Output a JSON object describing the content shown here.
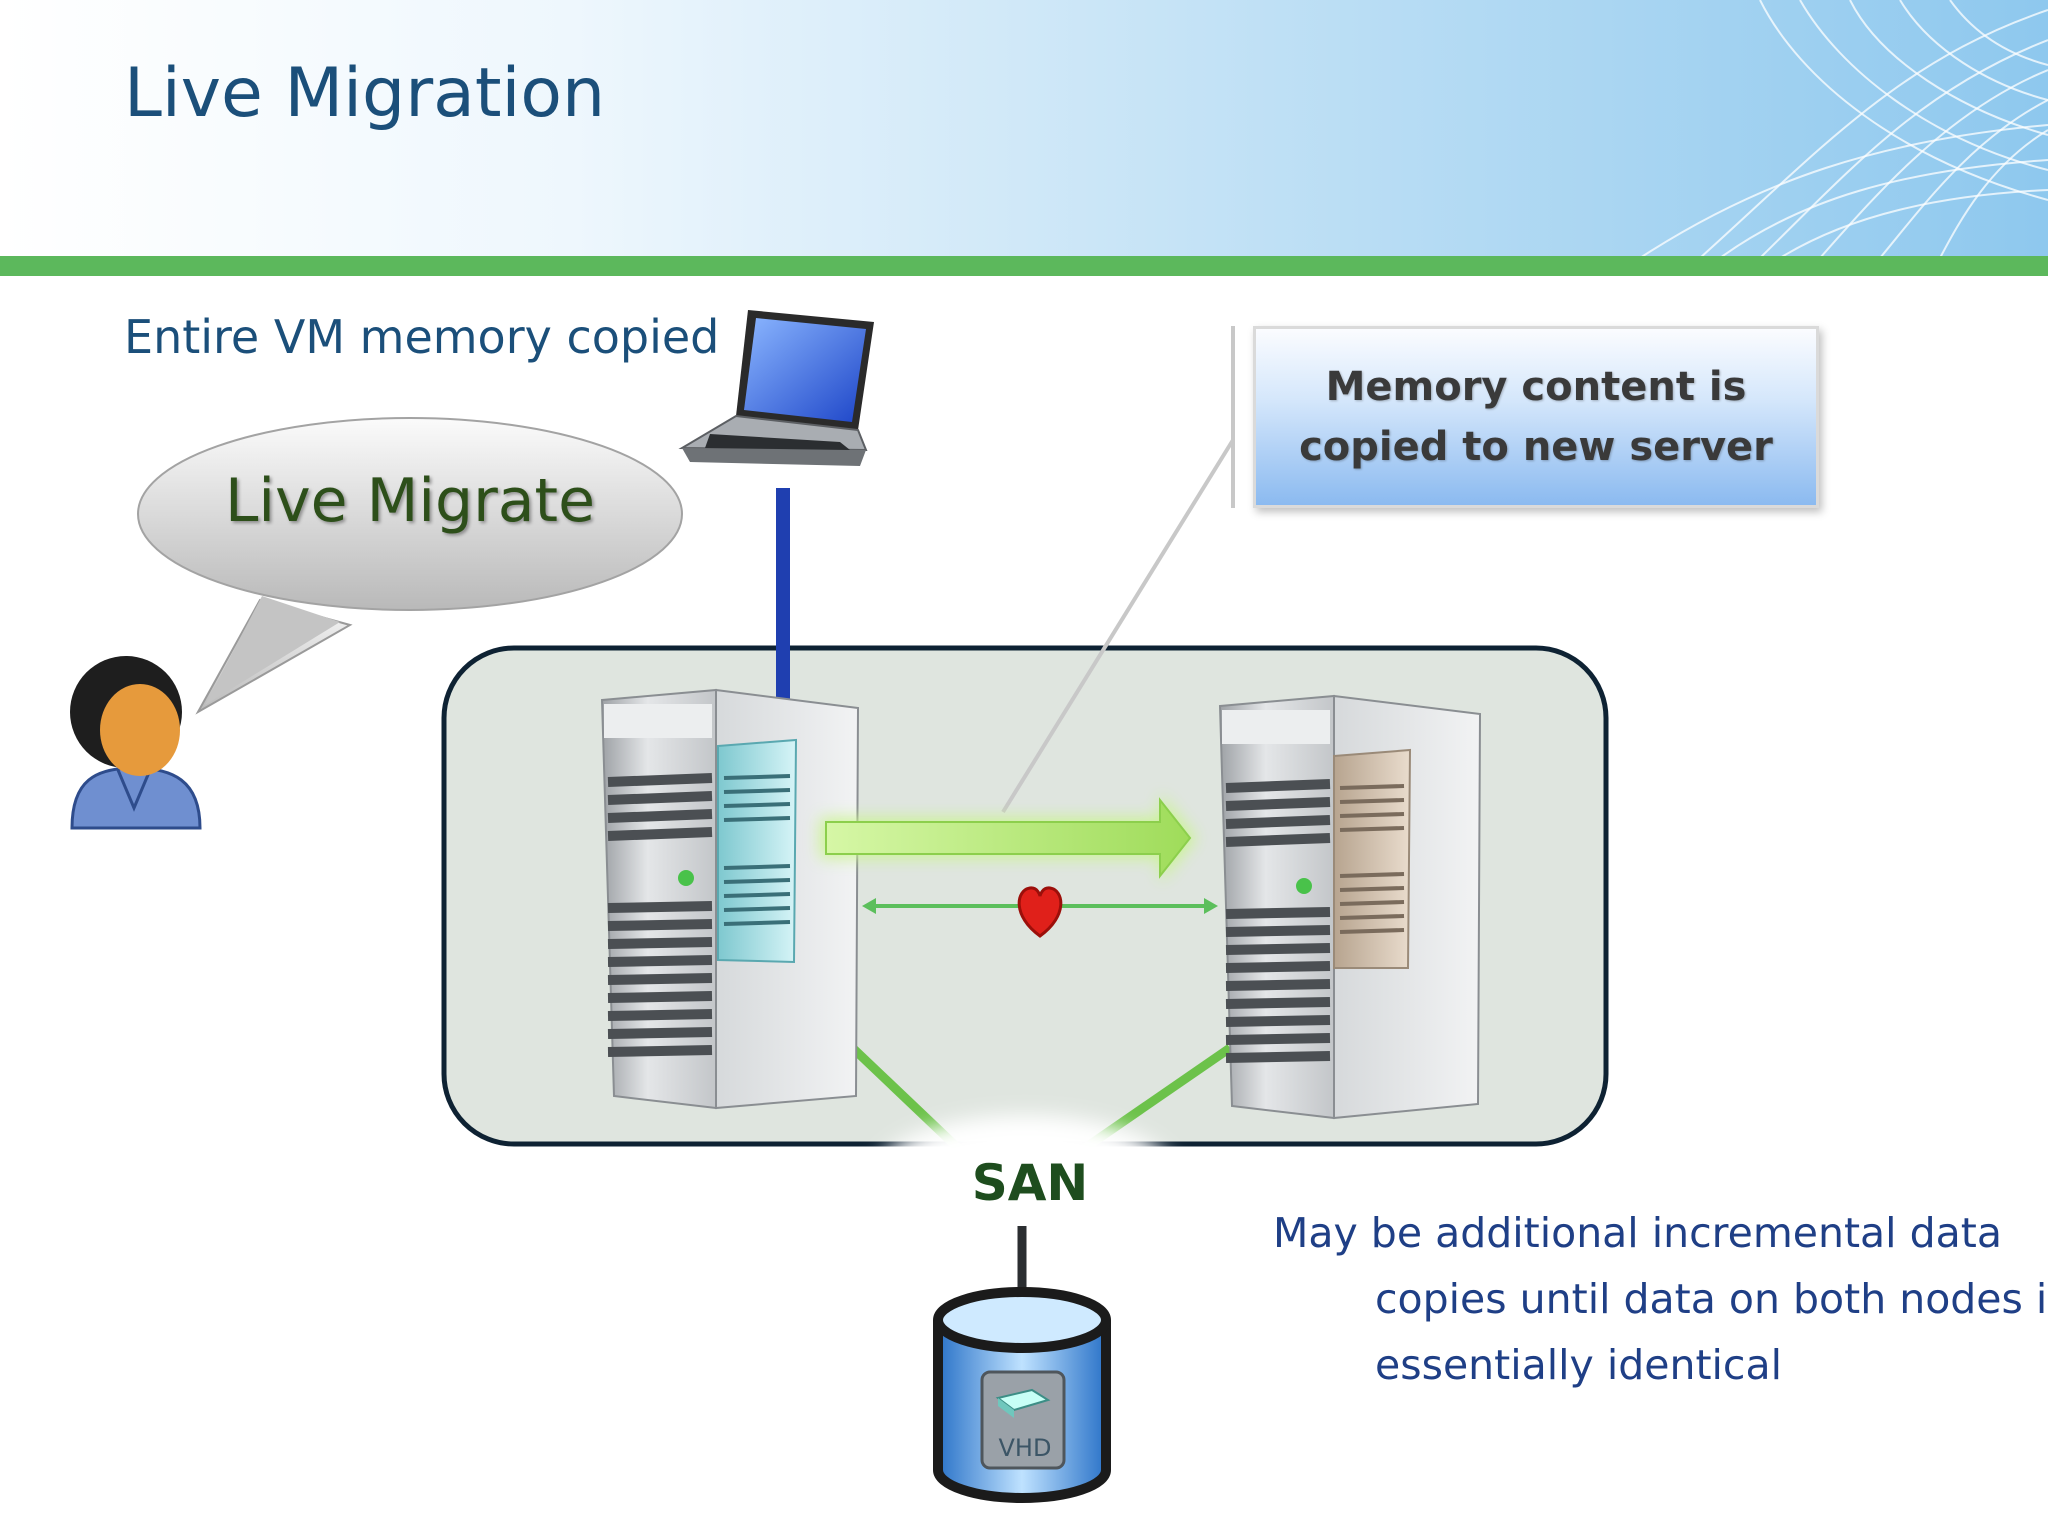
{
  "slide": {
    "title": "Live Migration",
    "bullets": [
      "Entire VM memory copied",
      "May be additional incremental data copies until data on both nodes is essentially identical"
    ]
  },
  "diagram": {
    "speech_bubble": "Live Migrate",
    "callout": "Memory content is copied to new server",
    "storage_label": "SAN",
    "disk_label": "VHD",
    "icons": [
      "user-icon",
      "laptop-icon",
      "server-icon",
      "server-icon",
      "heart-icon",
      "disk-icon",
      "storage-cylinder-icon"
    ]
  },
  "colors": {
    "title": "#1b4f7a",
    "accent_green": "#5cb85c",
    "arrow_blue": "#1f3fb0",
    "heartbeat_red": "#e0201a",
    "bullet_text": "#1f3f86"
  }
}
